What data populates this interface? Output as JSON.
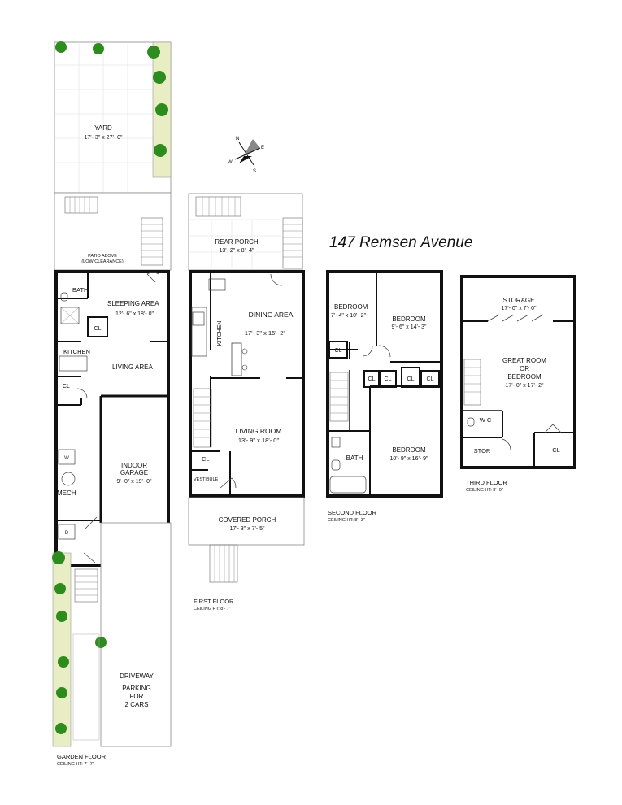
{
  "address": "147 Remsen Avenue",
  "compass": {
    "n": "N",
    "e": "E",
    "s": "S",
    "w": "W"
  },
  "garden_floor": {
    "title": "GARDEN FLOOR",
    "ceiling": "CEILING HT: 7'- 7\"",
    "yard_name": "YARD",
    "yard_dims": "17'- 3\" x 27'- 0\"",
    "patio_line1": "PATIO ABOVE",
    "patio_line2": "(LOW CLEARANCE)",
    "bath": "BATH",
    "sleeping_name": "SLEEPING AREA",
    "sleeping_dims": "12'- 6\" x 18'- 0\"",
    "cl1": "CL",
    "kitchen": "KITCHEN",
    "living": "LIVING AREA",
    "cl2": "CL",
    "w": "W",
    "mech": "MECH",
    "d": "D",
    "garage_line1": "INDOOR",
    "garage_line2": "GARAGE",
    "garage_dims": "9'- 0\" x 19'- 0\"",
    "driveway_line1": "DRIVEWAY",
    "driveway_line2": "PARKING",
    "driveway_line3": "FOR",
    "driveway_line4": "2 CARS"
  },
  "first_floor": {
    "title": "FIRST FLOOR",
    "ceiling": "CEILING HT: 8'- 7\"",
    "rear_porch_name": "REAR PORCH",
    "rear_porch_dims": "13'- 2\" x 8'- 4\"",
    "dining_name": "DINING AREA",
    "dining_dims": "17'- 3\" x 15'- 2\"",
    "kitchen": "KITCHEN",
    "living_name": "LIVING ROOM",
    "living_dims": "13'- 9\" x 18'- 0\"",
    "cl": "CL",
    "vestibule": "VESTIBULE",
    "covered_porch_name": "COVERED PORCH",
    "covered_porch_dims": "17'- 3\" x 7'- 5\""
  },
  "second_floor": {
    "title": "SECOND FLOOR",
    "ceiling": "CEILING HT: 8'- 3\"",
    "bed1_name": "BEDROOM",
    "bed1_dims": "7'- 4\" x 10'- 2\"",
    "bed2_name": "BEDROOM",
    "bed2_dims": "9'- 6\" x 14'- 3\"",
    "bed3_name": "BEDROOM",
    "bed3_dims": "10'- 9\" x 16'- 9\"",
    "cl_a": "CL",
    "cl_b": "CL",
    "cl_c": "CL",
    "cl_d": "CL",
    "cl_e": "CL",
    "bath": "BATH"
  },
  "third_floor": {
    "title": "THIRD FLOOR",
    "ceiling": "CEILING HT: 8'- 0\"",
    "storage_name": "STORAGE",
    "storage_dims": "17'- 0\" x 7'- 0\"",
    "great_line1": "GREAT ROOM",
    "great_line2": "OR",
    "great_line3": "BEDROOM",
    "great_dims": "17'- 0\" x 17'- 2\"",
    "wc": "W C",
    "stor": "STOR",
    "cl": "CL"
  },
  "colors": {
    "wall": "#111111",
    "plant": "#2e8b1e",
    "planter": "#e9edc4"
  }
}
